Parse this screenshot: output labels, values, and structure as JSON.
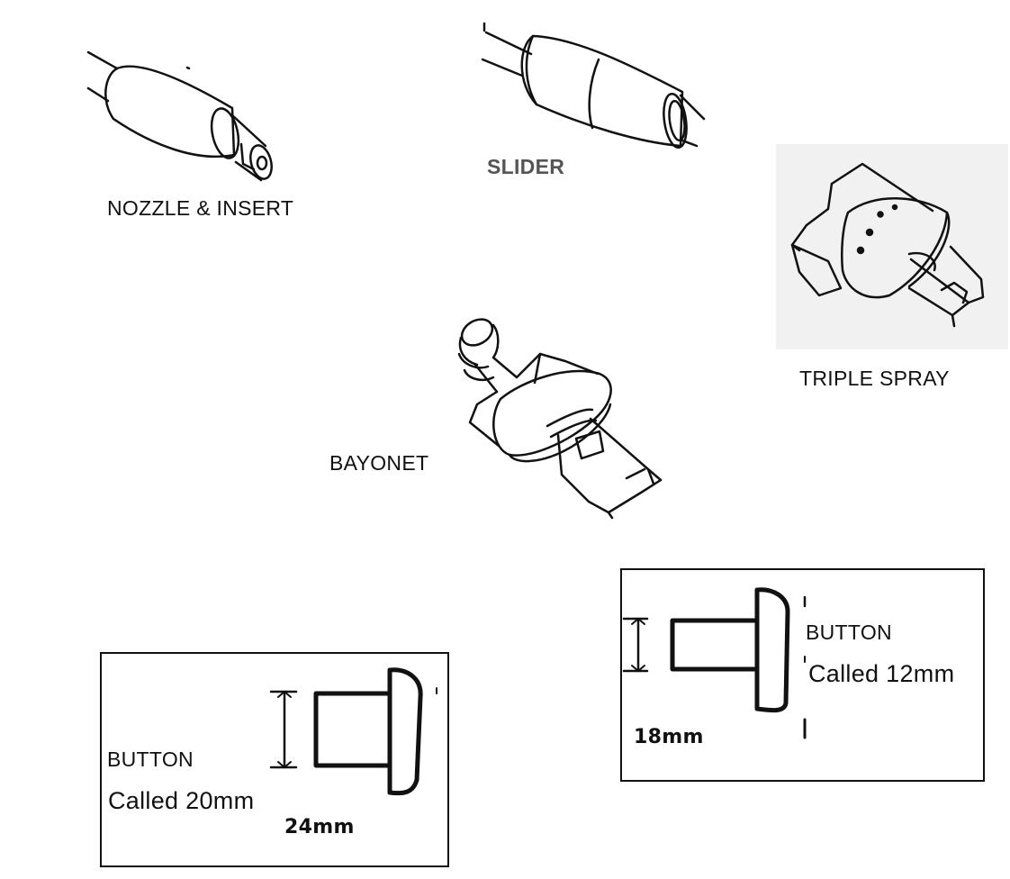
{
  "parts": {
    "nozzle_insert": "NOZZLE & INSERT",
    "slider": "SLIDER",
    "triple_spray": "TRIPLE SPRAY",
    "bayonet": "BAYONET"
  },
  "button_large": {
    "title": "BUTTON",
    "called": "Called 20mm",
    "measure": "24mm"
  },
  "button_small": {
    "title": "BUTTON",
    "called": "Called 12mm",
    "measure": "18mm"
  },
  "icons": [
    "nozzle-insert-drawing",
    "slider-drawing",
    "triple-spray-drawing",
    "bayonet-drawing",
    "button-profile-drawing"
  ]
}
